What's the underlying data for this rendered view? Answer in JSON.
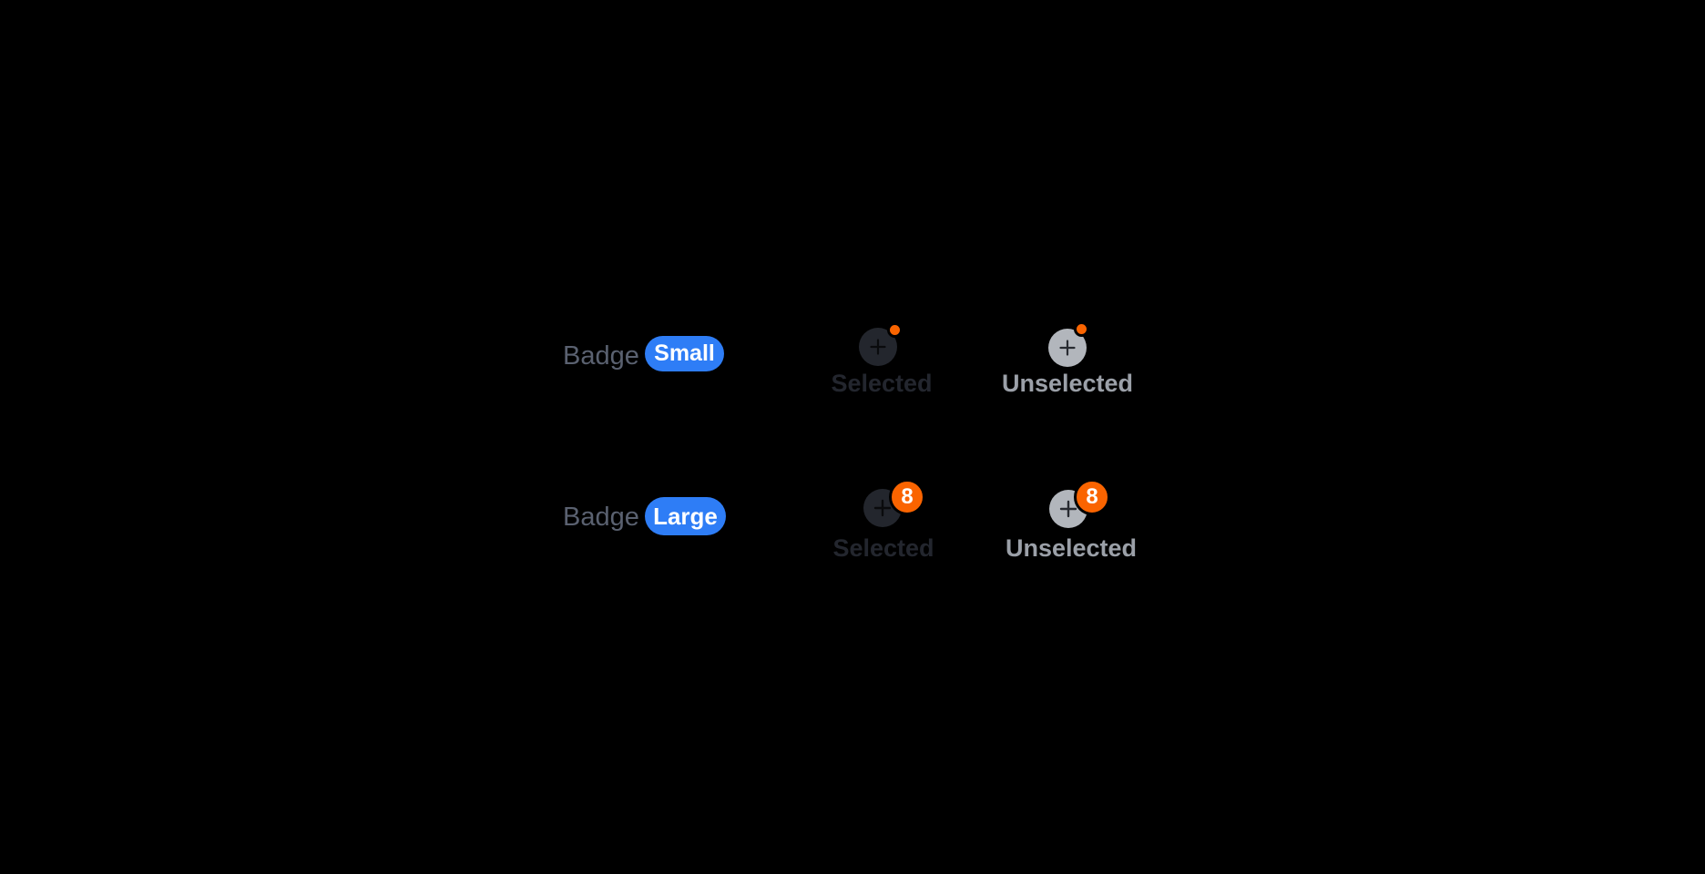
{
  "page": {
    "background": "#000000"
  },
  "colors": {
    "page_background": "#000000",
    "accent_blue": "#2e7df6",
    "accent_orange": "#fa6400",
    "selected_circle": "#23262d",
    "unselected_circle": "#b2b6bc",
    "selected_label": "#23262e",
    "unselected_label": "#9ba0a8",
    "row_label": "#5a6170",
    "badge_text": "#ffffff"
  },
  "rows": [
    {
      "row_label": "Badge",
      "size_tag": "Small",
      "badge_type": "dot",
      "examples": [
        {
          "state_label": "Selected"
        },
        {
          "state_label": "Unselected"
        }
      ]
    },
    {
      "row_label": "Badge",
      "size_tag": "Large",
      "badge_type": "count",
      "badge_count": "8",
      "examples": [
        {
          "state_label": "Selected"
        },
        {
          "state_label": "Unselected"
        }
      ]
    }
  ]
}
